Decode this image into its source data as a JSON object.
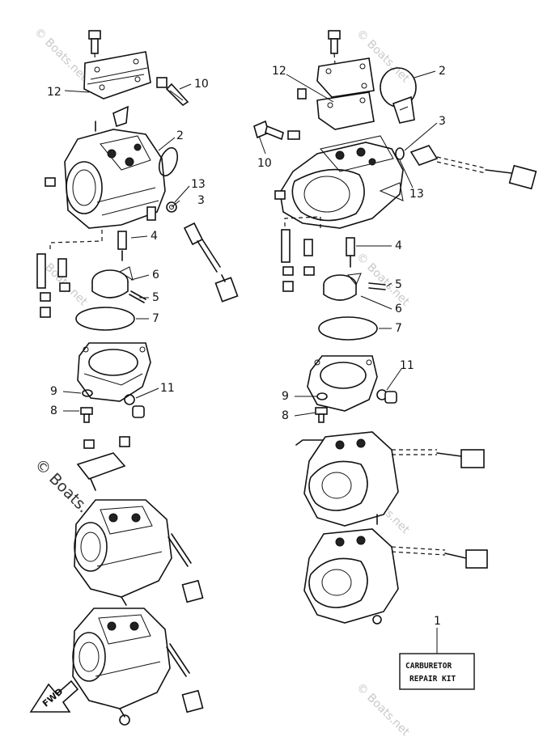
{
  "callouts": {
    "left": {
      "c12": "12",
      "c10": "10",
      "c2": "2",
      "c13": "13",
      "c3": "3",
      "c4": "4",
      "c6": "6",
      "c5": "5",
      "c7": "7",
      "c9": "9",
      "c8": "8",
      "c11": "11"
    },
    "right": {
      "c12": "12",
      "c2": "2",
      "c3": "3",
      "c10": "10",
      "c13": "13",
      "c4": "4",
      "c5": "5",
      "c6": "6",
      "c7": "7",
      "c11": "11",
      "c9": "9",
      "c8": "8",
      "c1": "1"
    }
  },
  "kit_box": {
    "line1": "CARBURETOR",
    "line2": "REPAIR KIT"
  },
  "fwd_label": "FWD",
  "watermark": "© Boats.net"
}
